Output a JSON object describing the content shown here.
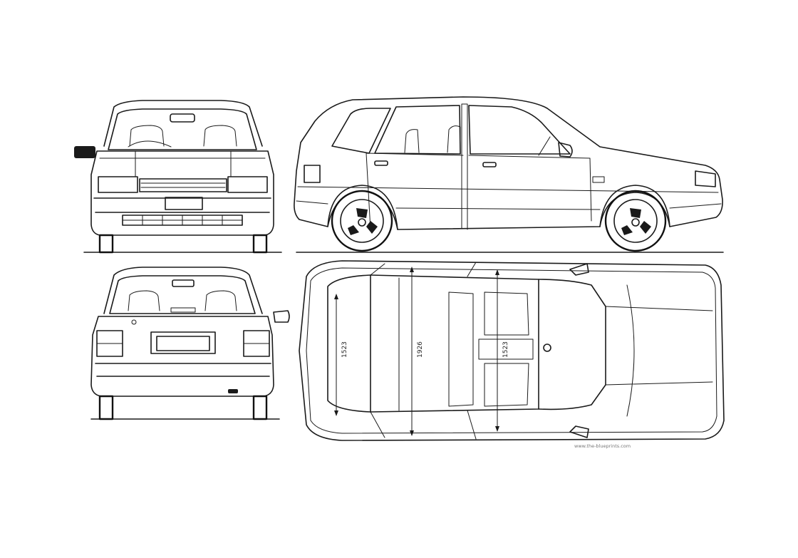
{
  "drawing": {
    "views": [
      {
        "name": "front-view"
      },
      {
        "name": "side-view"
      },
      {
        "name": "rear-view"
      },
      {
        "name": "top-view"
      }
    ],
    "dimensions": {
      "track_front": "1523",
      "width_overall": "1926",
      "track_rear": "1523"
    },
    "credit": "www.the-blueprints.com"
  },
  "colors": {
    "line": "#1a1a1a",
    "background": "#ffffff"
  }
}
